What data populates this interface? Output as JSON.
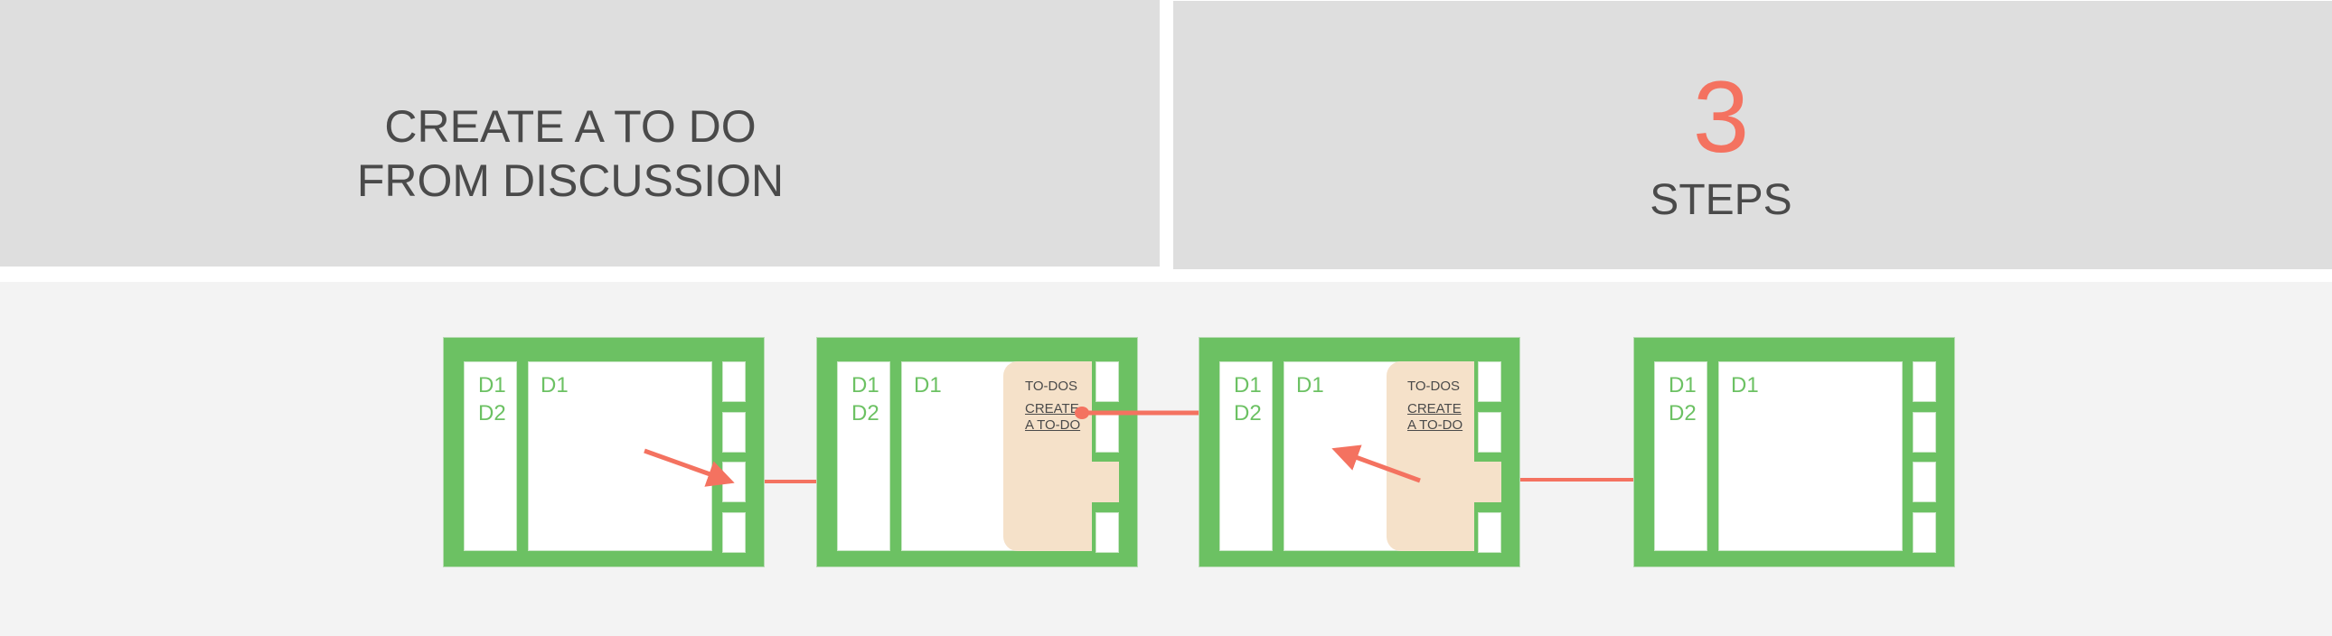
{
  "header": {
    "title_line1": "CREATE A TO DO",
    "title_line2": "FROM DISCUSSION",
    "step_count": "3",
    "step_label": "STEPS"
  },
  "screens": [
    {
      "sidebar": [
        "D1",
        "D2"
      ],
      "main_label": "D1"
    },
    {
      "sidebar": [
        "D1",
        "D2"
      ],
      "main_label": "D1",
      "panel_title": "TO-DOS",
      "panel_link_line1": "CREATE",
      "panel_link_line2": "A TO-DO"
    },
    {
      "sidebar": [
        "D1",
        "D2"
      ],
      "main_label": "D1",
      "panel_title": "TO-DOS",
      "panel_link_line1": "CREATE",
      "panel_link_line2": "A TO-DO"
    },
    {
      "sidebar": [
        "D1",
        "D2"
      ],
      "main_label": "D1"
    }
  ],
  "colors": {
    "accent": "#f47260",
    "frame": "#6cc163",
    "panel": "#f5e1c9",
    "header_bg": "#dedede"
  }
}
